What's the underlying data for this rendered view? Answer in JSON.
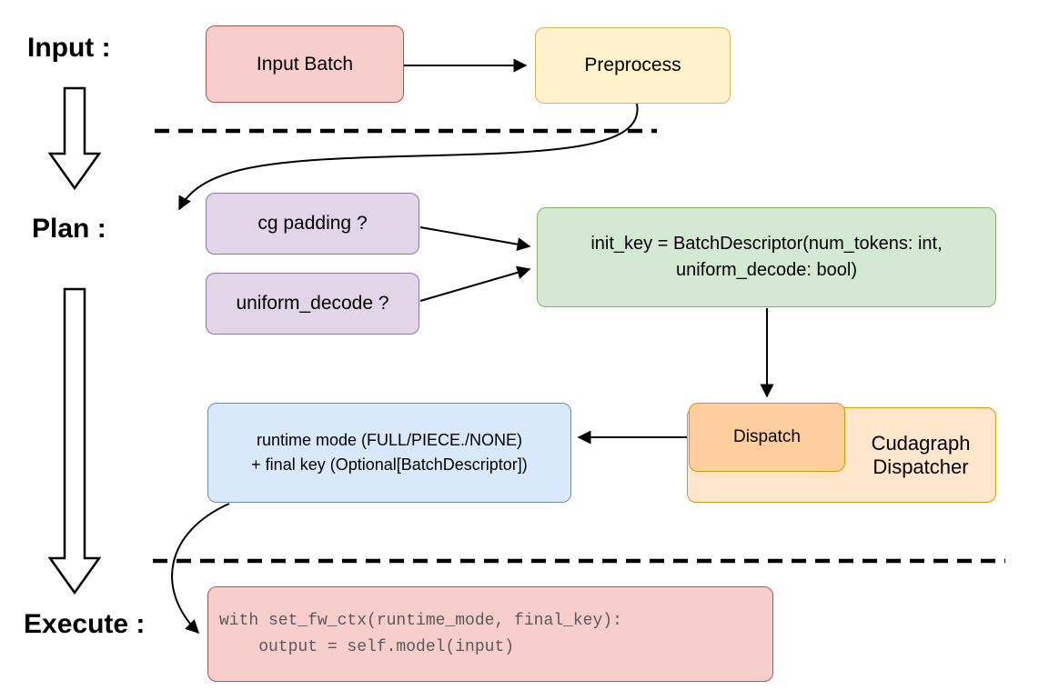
{
  "page": {
    "background": "#ffffff"
  },
  "stage_labels": {
    "input": "Input :",
    "plan": "Plan :",
    "execute": "Execute :"
  },
  "nodes": {
    "input_batch": {
      "label": "Input Batch",
      "fill": "#f8cecc",
      "border": "#b85450"
    },
    "preprocess": {
      "label": "Preprocess",
      "fill": "#fff2cc",
      "border": "#d6b656"
    },
    "cg_padding": {
      "label": "cg padding ?",
      "fill": "#e1d5e7",
      "border": "#9673a6"
    },
    "uniform_decode": {
      "label": "uniform_decode ?",
      "fill": "#e1d5e7",
      "border": "#9673a6"
    },
    "init_key": {
      "line1": "init_key = BatchDescriptor(num_tokens: int,",
      "line2": "uniform_decode: bool)",
      "fill": "#d5e8d4",
      "border": "#82b366"
    },
    "dispatch": {
      "label": "Dispatch",
      "fill": "#ffce9e",
      "border": "#d79b00"
    },
    "cudagraph_dispatcher": {
      "label": "Cudagraph Dispatcher",
      "fill": "#ffe6cc",
      "border": "#d79b00"
    },
    "runtime_mode": {
      "line1": "runtime mode (FULL/PIECE./NONE)",
      "line2": "+ final key (Optional[BatchDescriptor])",
      "fill": "#dae8fc",
      "border": "#6c8ebf"
    },
    "execute_code": {
      "line1": "with set_fw_ctx(runtime_mode, final_key):",
      "line2": "    output = self.model(input)",
      "fill": "#f8cecc",
      "border": "#b85450",
      "text_color": "#595959"
    }
  }
}
